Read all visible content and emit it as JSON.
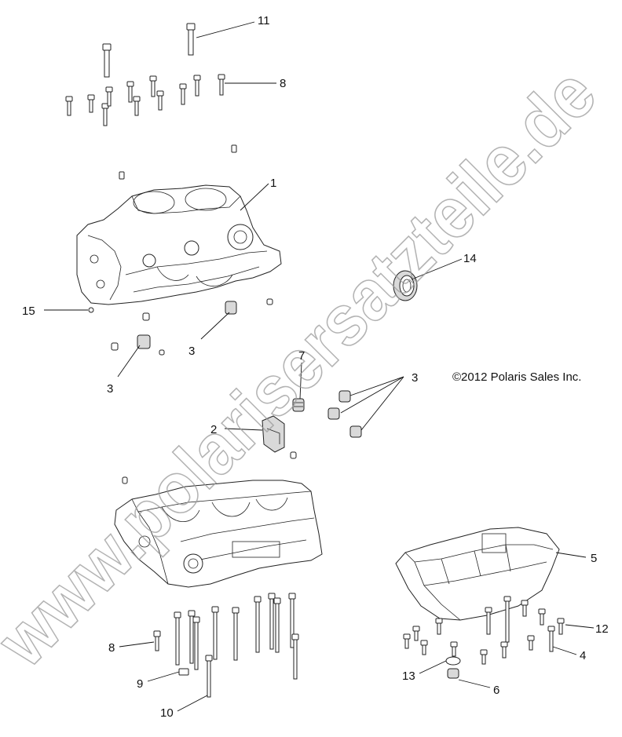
{
  "copyright": "©2012 Polaris Sales Inc.",
  "watermark": "www.polarisersatzteile.de",
  "callouts": [
    "11",
    "8",
    "1",
    "14",
    "15",
    "3",
    "3",
    "7",
    "3",
    "2",
    "5",
    "12",
    "4",
    "8",
    "9",
    "10",
    "13",
    "6"
  ]
}
